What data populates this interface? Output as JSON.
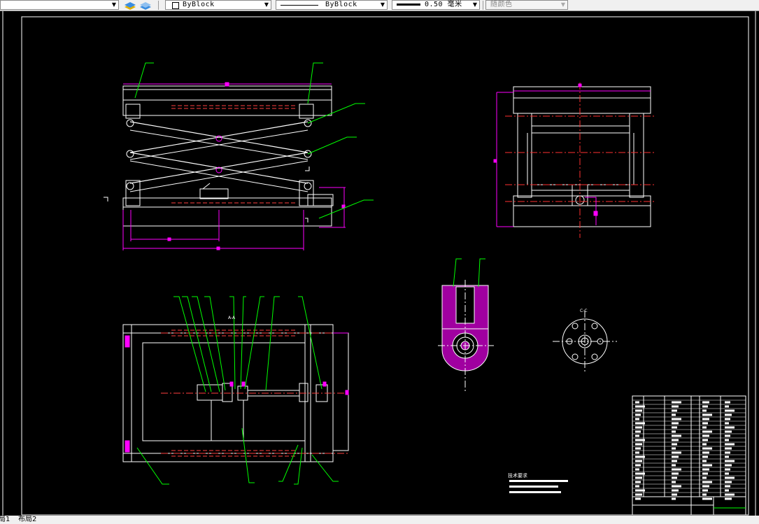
{
  "toolbar": {
    "linetype": "ByBlock",
    "lineweight_linetype": "ByBlock",
    "lineweight": "0.50 毫米",
    "color": "随颜色"
  },
  "drawing": {
    "section_label": "C-C",
    "tech_title": "技术要求"
  },
  "tabs": {
    "layout1": "局1",
    "layout2": "布局2"
  },
  "colors": {
    "frame": "#ffffff",
    "dimension": "#ff00ff",
    "leader": "#00ff00",
    "center": "#ff0000",
    "background": "#000000"
  }
}
